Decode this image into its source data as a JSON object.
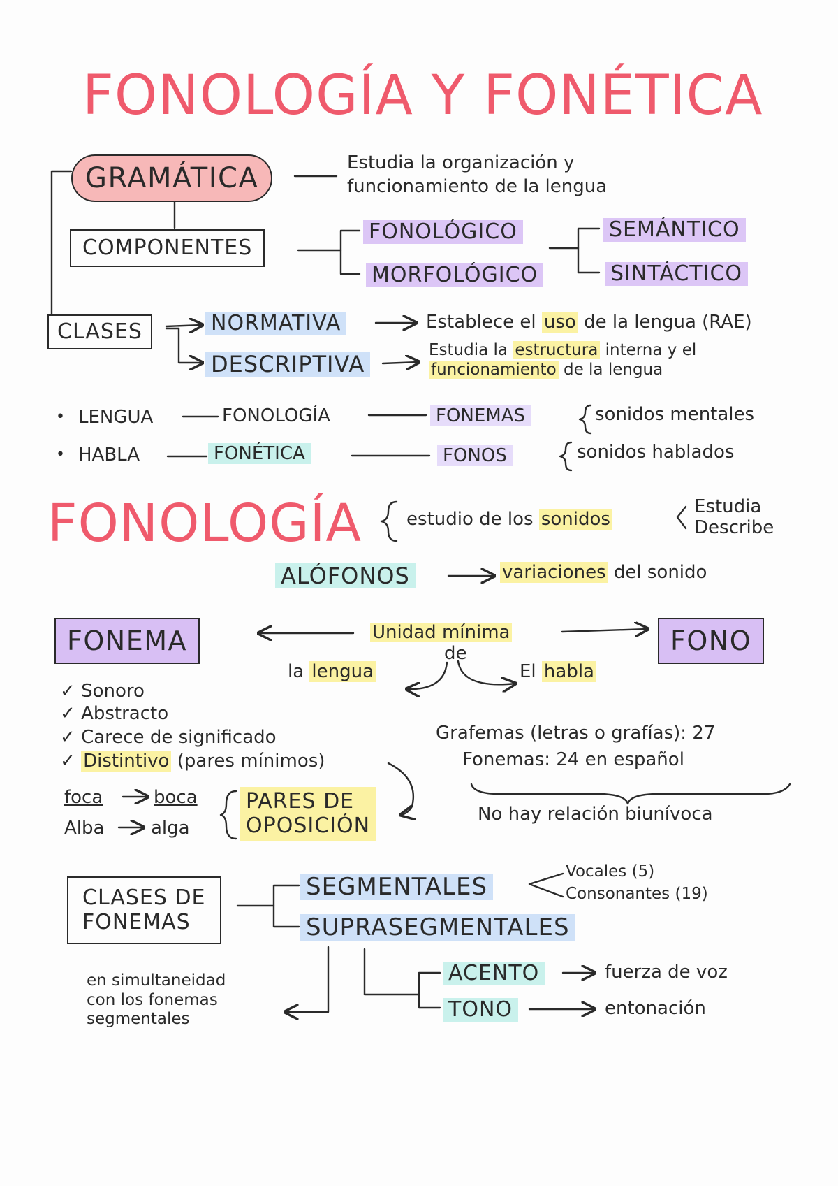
{
  "title": "FONOLOGÍA Y FONÉTICA",
  "gramatica": {
    "label": "GRAMÁTICA",
    "description_line1": "Estudia la organización y",
    "description_line2": "funcionamiento de la lengua"
  },
  "componentes": {
    "label": "COMPONENTES",
    "items": [
      "FONOLÓGICO",
      "MORFOLÓGICO",
      "SEMÁNTICO",
      "SINTÁCTICO"
    ]
  },
  "clases": {
    "label": "CLASES",
    "normativa": {
      "label": "NORMATIVA",
      "desc_a": "Establece el ",
      "desc_hl": "uso",
      "desc_b": " de la lengua (RAE)"
    },
    "descriptiva": {
      "label": "DESCRIPTIVA",
      "line1_a": "Estudia la ",
      "line1_hl": "estructura",
      "line1_b": " interna y el",
      "line2_hl": "funcionamiento",
      "line2_b": " de la lengua"
    }
  },
  "bullets": [
    {
      "left": "LENGUA",
      "mid": "FONOLOGÍA",
      "right": "FONEMAS",
      "desc": "sonidos mentales"
    },
    {
      "left": "HABLA",
      "mid": "FONÉTICA",
      "right": "FONOS",
      "desc": "sonidos hablados"
    }
  ],
  "fonologia": {
    "title": "FONOLOGÍA",
    "def_a": "estudio de los ",
    "def_hl": "sonidos",
    "branch1": "Estudia",
    "branch2": "Describe"
  },
  "alofonos": {
    "label": "ALÓFONOS",
    "def_hl": "variaciones",
    "def_b": " del sonido"
  },
  "unidad": {
    "fonema": "FONEMA",
    "fono": "FONO",
    "center_line1": "Unidad mínima",
    "center_line2": "de",
    "left_a": "la ",
    "left_hl": "lengua",
    "right_a": "El ",
    "right_hl": "habla"
  },
  "caracteristicas": [
    "Sonoro",
    "Abstracto",
    "Carece de significado"
  ],
  "distintivo": {
    "hl": "Distintivo",
    "rest": " (pares mínimos)"
  },
  "pares": {
    "ex1_a": "foca",
    "ex1_b": "boca",
    "ex2_a": "Alba",
    "ex2_b": "alga",
    "label_line1": "PARES DE",
    "label_line2": "OPOSICIÓN"
  },
  "grafemas": {
    "line1": "Grafemas (letras o grafías): 27",
    "line2": "Fonemas: 24 en español",
    "note": "No hay relación biunívoca"
  },
  "clases_fonemas": {
    "label_line1": "CLASES DE",
    "label_line2": "FONEMAS",
    "segmentales": "SEGMENTALES",
    "suprasegmentales": "SUPRASEGMENTALES",
    "vocales": "Vocales (5)",
    "consonantes": "Consonantes (19)",
    "simult_line1": "en simultaneidad",
    "simult_line2": "con los fonemas",
    "simult_line3": "segmentales",
    "acento": "ACENTO",
    "acento_desc": "fuerza de voz",
    "tono": "TONO",
    "tono_desc": "entonación"
  },
  "colors": {
    "title": "#ef5a6c",
    "gramatica_pill": "#f7b8b8",
    "purple": "#dcc6f6",
    "blue": "#cfe1f8",
    "teal": "#c9f1ec",
    "yellow": "#fbf2a3"
  }
}
